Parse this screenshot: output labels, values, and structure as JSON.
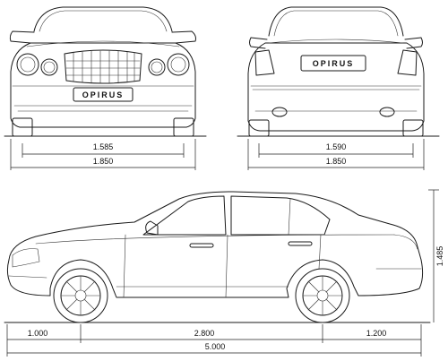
{
  "plates": {
    "front": "OPIRUS",
    "rear": "OPIRUS"
  },
  "dimensions": {
    "front_track": "1.585",
    "front_width": "1.850",
    "rear_track": "1.590",
    "rear_width": "1.850",
    "height": "1.485",
    "front_overhang": "1.000",
    "wheelbase": "2.800",
    "rear_overhang": "1.200",
    "length": "5.000"
  }
}
